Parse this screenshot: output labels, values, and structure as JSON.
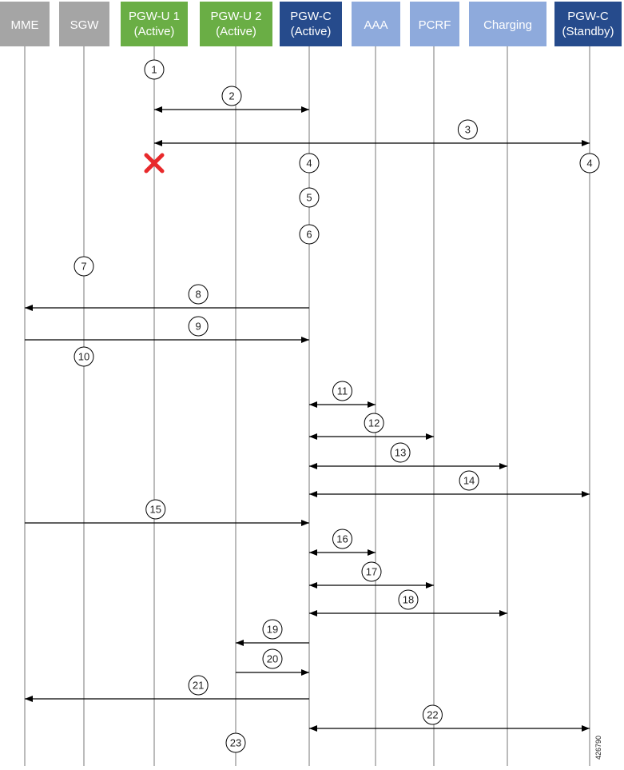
{
  "colors": {
    "gray": "#A5A5A5",
    "green": "#6AAE45",
    "navy": "#264B8C",
    "lightblue": "#8EAADC",
    "line": "#777777",
    "arrow": "#000000",
    "failure": "#E8292B"
  },
  "entities": [
    {
      "id": "mme",
      "lines": [
        "MME"
      ],
      "color": "gray"
    },
    {
      "id": "sgw",
      "lines": [
        "SGW"
      ],
      "color": "gray"
    },
    {
      "id": "pgwu1",
      "lines": [
        "PGW-U 1",
        "(Active)"
      ],
      "color": "green"
    },
    {
      "id": "pgwu2",
      "lines": [
        "PGW-U 2",
        "(Active)"
      ],
      "color": "green"
    },
    {
      "id": "pgwc_active",
      "lines": [
        "PGW-C",
        "(Active)"
      ],
      "color": "navy"
    },
    {
      "id": "aaa",
      "lines": [
        "AAA"
      ],
      "color": "lightblue"
    },
    {
      "id": "pcrf",
      "lines": [
        "PCRF"
      ],
      "color": "lightblue"
    },
    {
      "id": "charging",
      "lines": [
        "Charging"
      ],
      "color": "lightblue"
    },
    {
      "id": "pgwc_standby",
      "lines": [
        "PGW-C",
        "(Standby)"
      ],
      "color": "navy"
    }
  ],
  "failure_marker": {
    "entity": "pgwu1",
    "icon": "red-x-failure-icon"
  },
  "steps": [
    {
      "label": "1",
      "at": "pgwu1"
    },
    {
      "label": "2",
      "from": "pgwu1",
      "to": "pgwc_active",
      "dir": "both"
    },
    {
      "label": "3",
      "from": "pgwu1",
      "to": "pgwc_standby",
      "dir": "both"
    },
    {
      "label": "4",
      "at": "pgwc_active"
    },
    {
      "label": "4",
      "at": "pgwc_standby"
    },
    {
      "label": "5",
      "at": "pgwc_active"
    },
    {
      "label": "6",
      "at": "pgwc_active"
    },
    {
      "label": "7",
      "at": "sgw"
    },
    {
      "label": "8",
      "from": "pgwc_active",
      "to": "mme",
      "dir": "one"
    },
    {
      "label": "9",
      "from": "mme",
      "to": "pgwc_active",
      "dir": "one"
    },
    {
      "label": "10",
      "at": "sgw"
    },
    {
      "label": "11",
      "from": "pgwc_active",
      "to": "aaa",
      "dir": "both"
    },
    {
      "label": "12",
      "from": "pgwc_active",
      "to": "pcrf",
      "dir": "both"
    },
    {
      "label": "13",
      "from": "pgwc_active",
      "to": "charging",
      "dir": "both"
    },
    {
      "label": "14",
      "from": "pgwc_active",
      "to": "pgwc_standby",
      "dir": "both"
    },
    {
      "label": "15",
      "from": "mme",
      "to": "pgwc_active",
      "dir": "one"
    },
    {
      "label": "16",
      "from": "pgwc_active",
      "to": "aaa",
      "dir": "both"
    },
    {
      "label": "17",
      "from": "pgwc_active",
      "to": "pcrf",
      "dir": "both"
    },
    {
      "label": "18",
      "from": "pgwc_active",
      "to": "charging",
      "dir": "both"
    },
    {
      "label": "19",
      "from": "pgwc_active",
      "to": "pgwu2",
      "dir": "one"
    },
    {
      "label": "20",
      "from": "pgwu2",
      "to": "pgwc_active",
      "dir": "one"
    },
    {
      "label": "21",
      "from": "pgwc_active",
      "to": "mme",
      "dir": "one"
    },
    {
      "label": "22",
      "from": "pgwc_active",
      "to": "pgwc_standby",
      "dir": "both"
    },
    {
      "label": "23",
      "at": "pgwu2"
    }
  ],
  "figure_id": "426790"
}
